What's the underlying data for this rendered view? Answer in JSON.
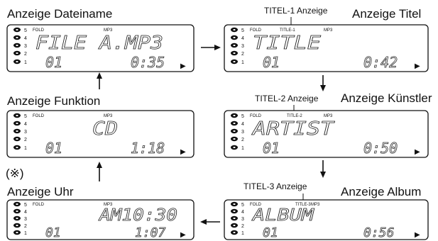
{
  "captions": {
    "dateiname": "Anzeige Dateiname",
    "titel": "Anzeige Titel",
    "titel1_callout": "TITEL-1 Anzeige",
    "kuenstler": "Anzeige Künstler",
    "titel2_callout": "TITEL-2 Anzeige",
    "funktion": "Anzeige Funktion",
    "note_mark": "(※)",
    "uhr": "Anzeige Uhr",
    "titel3_callout": "TITEL-3 Anzeige",
    "album": "Anzeige Album"
  },
  "panel_common": {
    "fold": "FOLD",
    "mp3": "MP3",
    "disc_numbers": [
      "5",
      "4",
      "3",
      "2",
      "1"
    ],
    "play_glyph": "▶"
  },
  "panels": {
    "dateiname": {
      "line1": "FILE A.MP3",
      "track": "01",
      "time": "0:35",
      "title_badge": ""
    },
    "titel": {
      "line1": "TITLE",
      "track": "01",
      "time": "0:42",
      "title_badge": "TITLE-1"
    },
    "kuenstler": {
      "line1": "ARTIST",
      "track": "01",
      "time": "0:50",
      "title_badge": "TITLE-2"
    },
    "funktion": {
      "line1": "CD",
      "track": "01",
      "time": "1:18",
      "title_badge": ""
    },
    "uhr": {
      "line1": "AM10:30",
      "track": "01",
      "time": "1:07",
      "title_badge": ""
    },
    "album": {
      "line1": "ALBUM",
      "track": "01",
      "time": "0:56",
      "title_badge": "TITLE-3"
    }
  }
}
